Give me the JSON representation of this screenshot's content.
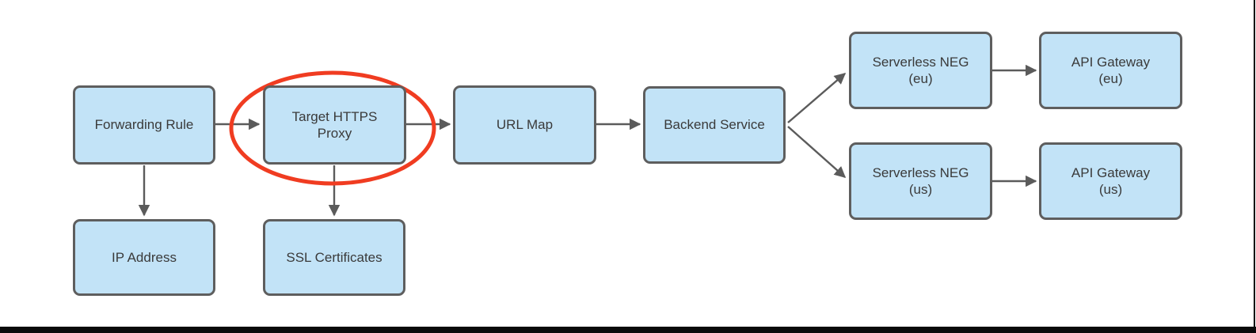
{
  "diagram": {
    "nodes": [
      {
        "id": "forwarding-rule",
        "label": "Forwarding Rule"
      },
      {
        "id": "target-https-proxy",
        "label": "Target HTTPS\nProxy"
      },
      {
        "id": "url-map",
        "label": "URL Map"
      },
      {
        "id": "backend-service",
        "label": "Backend Service"
      },
      {
        "id": "serverless-neg-eu",
        "label": "Serverless NEG\n(eu)"
      },
      {
        "id": "api-gateway-eu",
        "label": "API Gateway\n(eu)"
      },
      {
        "id": "serverless-neg-us",
        "label": "Serverless NEG\n(us)"
      },
      {
        "id": "api-gateway-us",
        "label": "API Gateway\n(us)"
      },
      {
        "id": "ip-address",
        "label": "IP Address"
      },
      {
        "id": "ssl-certificates",
        "label": "SSL Certificates"
      }
    ],
    "edges": [
      {
        "from": "forwarding-rule",
        "to": "target-https-proxy"
      },
      {
        "from": "target-https-proxy",
        "to": "url-map"
      },
      {
        "from": "url-map",
        "to": "backend-service"
      },
      {
        "from": "backend-service",
        "to": "serverless-neg-eu"
      },
      {
        "from": "backend-service",
        "to": "serverless-neg-us"
      },
      {
        "from": "serverless-neg-eu",
        "to": "api-gateway-eu"
      },
      {
        "from": "serverless-neg-us",
        "to": "api-gateway-us"
      },
      {
        "from": "forwarding-rule",
        "to": "ip-address"
      },
      {
        "from": "target-https-proxy",
        "to": "ssl-certificates"
      }
    ],
    "annotations": [
      {
        "type": "ellipse",
        "around": "target-https-proxy",
        "color": "#F03C21"
      }
    ]
  },
  "colors": {
    "node_fill": "#C2E3F7",
    "node_border": "#5E5E5E",
    "node_text": "#3A3A3A",
    "arrow": "#5B5B5B",
    "highlight": "#F03C21",
    "frame": "#0A0A0A",
    "canvas_bg": "#FFFFFF"
  }
}
